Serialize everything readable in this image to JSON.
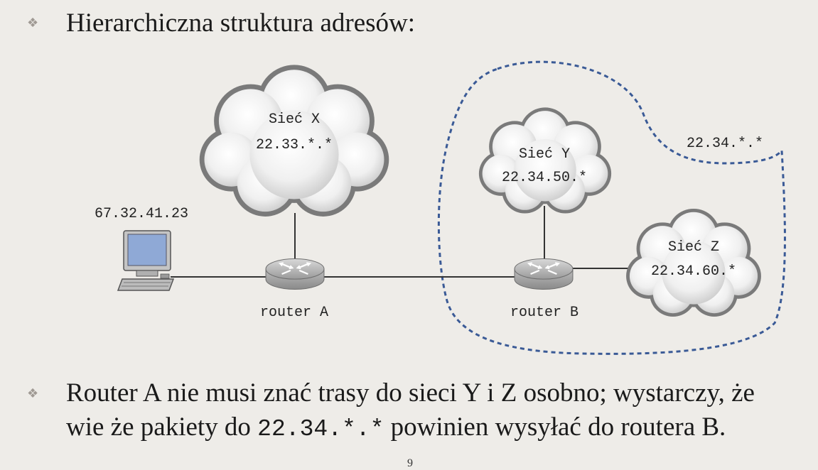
{
  "slide": {
    "bullet1": "Hierarchiczna struktura adresów:",
    "bullet2_line1": "Router A nie musi znać trasy do sieci Y i Z osobno; wystarczy, że",
    "bullet2_line2_pre": "wie że pakiety do",
    "bullet2_line2_code": "22.34.*.*",
    "bullet2_line2_post": "powinien wysyłać do routera B.",
    "page_number": "9",
    "bullet_glyph": "❖"
  },
  "diagram": {
    "host_ip": "67.32.41.23",
    "network_x": {
      "name": "Sieć X",
      "prefix": "22.33.*.*"
    },
    "network_y": {
      "name": "Sieć Y",
      "prefix": "22.34.50.*"
    },
    "network_z": {
      "name": "Sieć Z",
      "prefix": "22.34.60.*"
    },
    "router_a": "router A",
    "router_b": "router B",
    "region_prefix": "22.34.*.*"
  }
}
